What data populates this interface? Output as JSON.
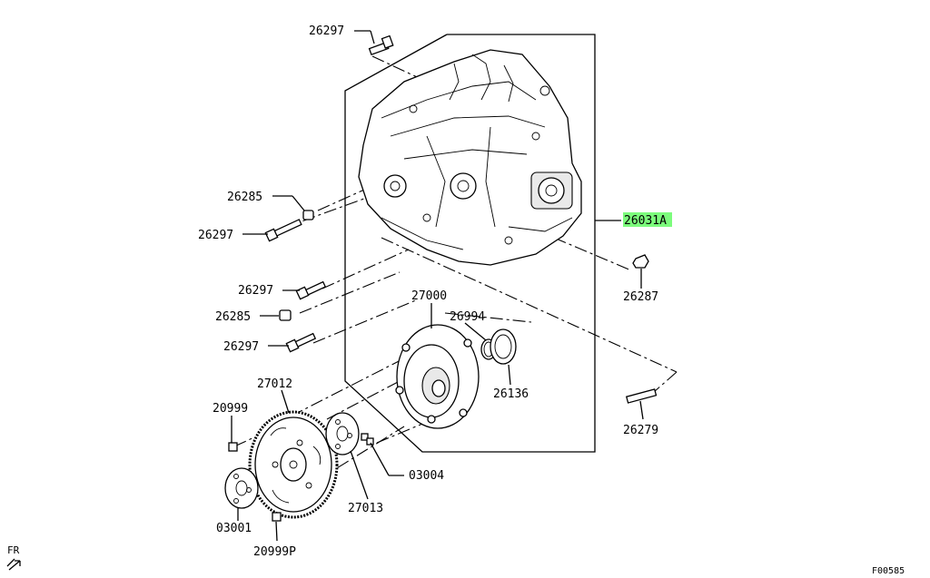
{
  "diagram_code": "F00585",
  "orientation": "FR",
  "highlight_color": "#7CFC7C",
  "parts": {
    "p26297_top": "26297",
    "p26285_a": "26285",
    "p26297_b": "26297",
    "p26297_c": "26297",
    "p26285_b": "26285",
    "p26297_d": "26297",
    "p26031A": "26031A",
    "p26287": "26287",
    "p27000": "27000",
    "p26994": "26994",
    "p26136": "26136",
    "p26279": "26279",
    "p27012": "27012",
    "p20999": "20999",
    "p27013": "27013",
    "p03004": "03004",
    "p03001": "03001",
    "p20999P": "20999P"
  }
}
